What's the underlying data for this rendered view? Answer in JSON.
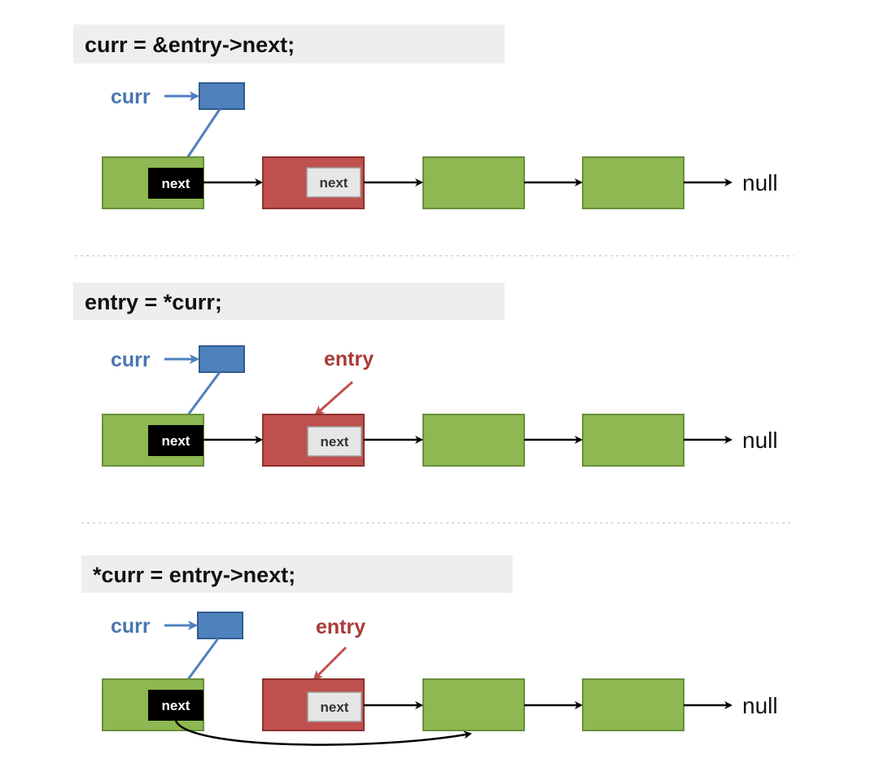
{
  "colors": {
    "node_green": "#8db852",
    "node_green_stroke": "#6b8f3c",
    "node_red": "#c0504d",
    "node_red_stroke": "#8e3330",
    "pointer_blue": "#4f81bd",
    "pointer_blue_stroke": "#2f5c8f",
    "curr_label": "#4a76b0",
    "entry_label": "#a93a37",
    "code_bg": "#eeeeee",
    "next_black": "#000000",
    "next_gray": "#e6e6e6",
    "arrow": "#000000"
  },
  "panels": [
    {
      "code": "curr = &entry->next;",
      "curr_label": "curr",
      "entry_label": "",
      "next_labels": [
        "next",
        "next"
      ],
      "null_label": "null",
      "bypass_arrow": false
    },
    {
      "code": "entry = *curr;",
      "curr_label": "curr",
      "entry_label": "entry",
      "next_labels": [
        "next",
        "next"
      ],
      "null_label": "null",
      "bypass_arrow": false
    },
    {
      "code": "*curr = entry->next;",
      "curr_label": "curr",
      "entry_label": "entry",
      "next_labels": [
        "next",
        "next"
      ],
      "null_label": "null",
      "bypass_arrow": true
    }
  ]
}
